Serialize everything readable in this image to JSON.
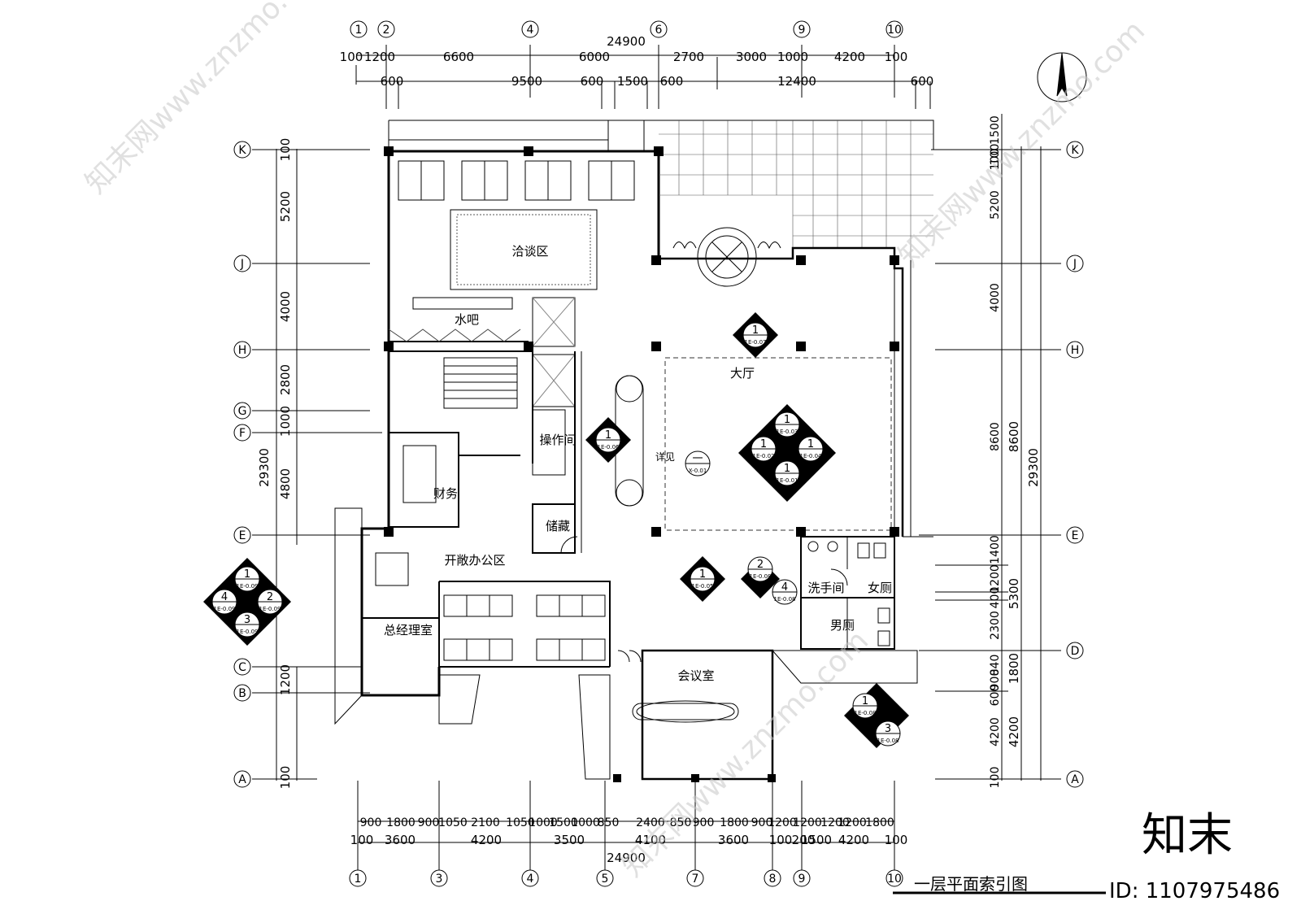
{
  "drawing_title": "一层平面索引图",
  "rooms": {
    "negotiation": "洽谈区",
    "water_bar": "水吧",
    "hall": "大厅",
    "operation": "操作间",
    "finance": "财务",
    "storage": "储藏",
    "open_office": "开敞办公区",
    "gm_office": "总经理室",
    "meeting": "会议室",
    "washroom": "洗手间",
    "womens": "女厕",
    "mens": "男厕",
    "see_detail": "详见"
  },
  "axes": {
    "columns_top": [
      "1",
      "2",
      "4",
      "6",
      "9",
      "10"
    ],
    "columns_bottom": [
      "1",
      "3",
      "4",
      "5",
      "7",
      "8",
      "9",
      "10"
    ],
    "rows_left": [
      "K",
      "J",
      "H",
      "G",
      "F",
      "E",
      "C",
      "B",
      "A"
    ],
    "rows_right": [
      "K",
      "J",
      "H",
      "E",
      "D",
      "A"
    ]
  },
  "dims": {
    "top_total": "24900",
    "top_row1": [
      "100",
      "1200",
      "6600",
      "6000",
      "2700",
      "3000",
      "1000",
      "4200",
      "100"
    ],
    "top_row2": [
      "600",
      "9500",
      "600",
      "1500",
      "600",
      "12400",
      "600"
    ],
    "left": [
      "100",
      "5200",
      "4000",
      "2800",
      "1000",
      "4800",
      "1200",
      "100"
    ],
    "left_total": "29300",
    "right_outer": [
      "100",
      "1500",
      "100",
      "5200",
      "4000",
      "8600",
      "1400",
      "1200",
      "400",
      "2300",
      "840",
      "900",
      "600",
      "4200",
      "100"
    ],
    "right_mid": [
      "8600",
      "5300",
      "1800",
      "4200"
    ],
    "right_total": "29300",
    "bottom_row1": [
      "900",
      "1800",
      "900",
      "1050",
      "2100",
      "1050",
      "1000",
      "1500",
      "1000",
      "850",
      "2400",
      "850",
      "900",
      "1800",
      "900",
      "1200",
      "1200",
      "1200",
      "1200",
      "1800"
    ],
    "bottom_row2": [
      "100",
      "3600",
      "4200",
      "3500",
      "4100",
      "3600",
      "100",
      "200",
      "1500",
      "4200",
      "100"
    ],
    "bottom_total": "24900"
  },
  "index_symbols": {
    "hall_top": {
      "num": "1",
      "ref": "1E-0.07"
    },
    "hall_cluster": [
      {
        "num": "1",
        "ref": "1E-0.03"
      },
      {
        "num": "1",
        "ref": "1E-0.02"
      },
      {
        "num": "1",
        "ref": "1E-0.04"
      },
      {
        "num": "1",
        "ref": "1E-0.01"
      }
    ],
    "corridor": {
      "num": "1",
      "ref": "1E-0.06"
    },
    "detail_circle": {
      "num": "一",
      "ref": "X-0.01"
    },
    "hall_low": {
      "num": "1",
      "ref": "1E-0.05"
    },
    "toilet_2": {
      "num": "2",
      "ref": "1E-0.08"
    },
    "toilet_4": {
      "num": "4",
      "ref": "1E-0.08"
    },
    "left_cluster": [
      {
        "num": "1",
        "ref": "1E-0.09"
      },
      {
        "num": "4",
        "ref": "1E-0.09"
      },
      {
        "num": "2",
        "ref": "1E-0.09"
      },
      {
        "num": "3",
        "ref": "1E-0.09"
      }
    ],
    "right_low_1": {
      "num": "1",
      "ref": "1E-0.08"
    },
    "right_low_3": {
      "num": "3",
      "ref": "1E-0.08"
    }
  },
  "watermark": {
    "site": "知末网www.znzmo.com",
    "brand": "知末",
    "id_text": "ID: 1107975486"
  }
}
